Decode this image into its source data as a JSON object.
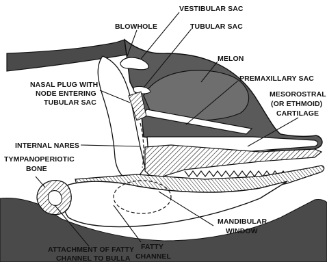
{
  "labels": {
    "vestibular_sac": "VESTIBULAR SAC",
    "blowhole": "BLOWHOLE",
    "tubular_sac": "TUBULAR SAC",
    "melon": "MELON",
    "premaxillary_sac": "PREMAXILLARY SAC",
    "mesorostral": [
      "MESOROSTRAL",
      "(OR ETHMOID)",
      "CARTILAGE"
    ],
    "nasal_plug": [
      "NASAL PLUG WITH",
      "NODE ENTERING",
      "TUBULAR SAC"
    ],
    "internal_nares": "INTERNAL NARES",
    "tympanoperiotic": [
      "TYMPANOPERIOTIC",
      "BONE"
    ],
    "mandibular_window": [
      "MANDIBULAR",
      "WINDOW"
    ],
    "fatty_channel": [
      "FATTY",
      "CHANNEL"
    ],
    "attachment": [
      "ATTACHMENT OF FATTY",
      "CHANNEL TO BULLA"
    ]
  },
  "colors": {
    "tissue_dark": "#4a4a4a",
    "tissue_mid": "#6e6e6e",
    "line": "#111111",
    "background": "#ffffff"
  }
}
